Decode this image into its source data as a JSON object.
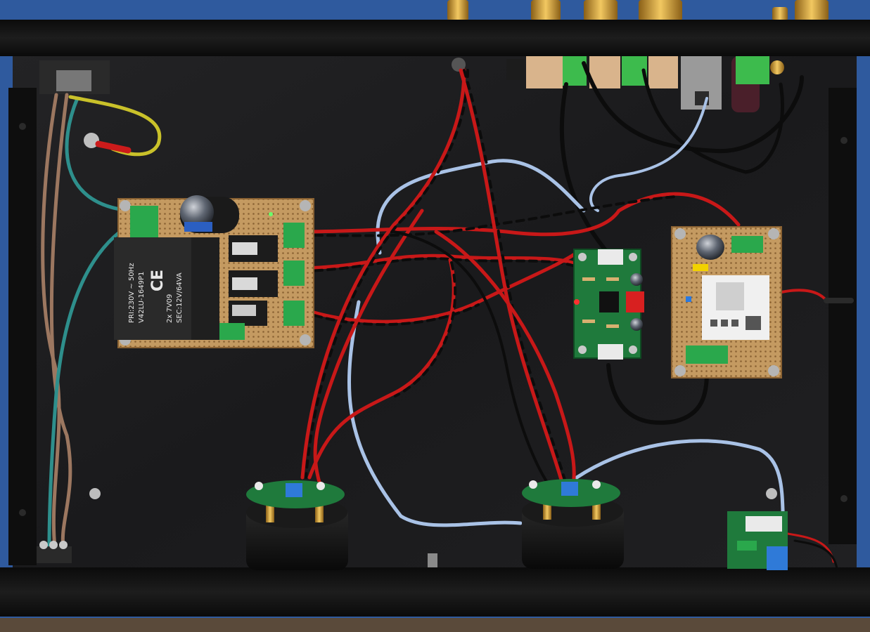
{
  "transformer": {
    "line1": "PRI:230V ~ 50Hz",
    "line2": "V42LU-1649P1",
    "line3": "2x 7V09",
    "line4": "SEC:12V/64VA",
    "ce_mark": "CE"
  },
  "colors": {
    "backdrop": "#2f5a9e",
    "chassis": "#131313",
    "chassis_floor": "#1b1b1d",
    "wire_red": "#c81818",
    "wire_black": "#0c0c0c",
    "wire_blue": "#a9c2e6",
    "wire_brown": "#9c7760",
    "wire_green": "#2e8f8c",
    "perfboard": "#c49a61",
    "pcb_green": "#1f7a3c",
    "terminal_green": "#2aa84c",
    "gold": "#d8a53a"
  }
}
